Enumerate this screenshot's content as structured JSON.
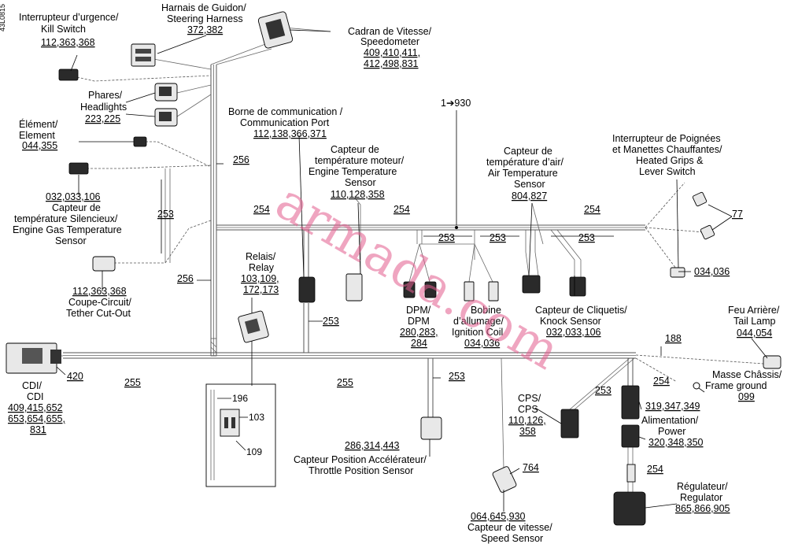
{
  "doc_id": "43L0815",
  "watermark": "armada.com",
  "top_ref": "1➔930",
  "parts": {
    "kill_switch": {
      "label1": "Interrupteur d’urgence/",
      "label2": "Kill Switch",
      "num": "112,363,368"
    },
    "steering_harness": {
      "label1": "Harnais de Guidon/",
      "label2": "Steering Harness",
      "num": "372,382"
    },
    "speedometer": {
      "label1": "Cadran de Vitesse/",
      "label2": "Speedometer",
      "num1": "409,410,411,",
      "num2": "412,498,831"
    },
    "headlights": {
      "label1": "Phares/",
      "label2": "Headlights",
      "num": "223,225"
    },
    "comm_port": {
      "label1": "Borne de communication /",
      "label2": "Communication Port",
      "num": "112,138,366,371"
    },
    "element": {
      "label1": "Élément/",
      "label2": "Element",
      "num": "044,355"
    },
    "engine_temp": {
      "label1": "Capteur de",
      "label2": "température moteur/",
      "label3": "Engine Temperature",
      "label4": "Sensor",
      "num": "110,128,358"
    },
    "air_temp": {
      "label1": "Capteur de",
      "label2": "température d’air/",
      "label3": "Air Temperature",
      "label4": "Sensor",
      "num": "804,827"
    },
    "heated_grips": {
      "label1": "Interrupteur de Poignées",
      "label2": "et Manettes Chauffantes/",
      "label3": "Heated Grips &",
      "label4": "Lever Switch",
      "num": "77"
    },
    "egts": {
      "num": "032,033,106",
      "label1": "Capteur de",
      "label2": "température Silencieux/",
      "label3": "Engine Gas Temperature",
      "label4": "Sensor"
    },
    "tether": {
      "num": "112,363,368",
      "label1": "Coupe-Circuit/",
      "label2": "Tether Cut-Out"
    },
    "relay": {
      "label1": "Relais/",
      "label2": "Relay",
      "num1": "103,109,",
      "num2": "172,173"
    },
    "dpm": {
      "label1": "DPM/",
      "label2": "DPM",
      "num1": "280,283,",
      "num2": "284"
    },
    "ignition_coil": {
      "label1": "Bobine",
      "label2": "d’allumage/",
      "label3": "Ignition Coil",
      "num": "034,036"
    },
    "knock_sensor": {
      "label1": "Capteur de Cliquetis/",
      "label2": "Knock Sensor",
      "num": "032,033,106"
    },
    "grip_conn": {
      "num": "034,036"
    },
    "tail_lamp": {
      "label1": "Feu Arrière/",
      "label2": "Tail Lamp",
      "num": "044,054"
    },
    "frame_ground": {
      "label1": "Masse Châssis/",
      "label2": "Frame ground",
      "num": "099"
    },
    "cdi": {
      "label1": "CDI/",
      "label2": "CDI",
      "num1": "409,415,652",
      "num2": "653,654,655,",
      "num3": "831",
      "side": "420"
    },
    "cps": {
      "label1": "CPS/",
      "label2": "CPS",
      "num1": "110,126,",
      "num2": "358"
    },
    "tps": {
      "num": "286,314,443",
      "label1": "Capteur Position Accélérateur/",
      "label2": "Throttle Position Sensor"
    },
    "speed_sensor": {
      "num_side": "764",
      "num": "064,645,930",
      "label1": "Capteur de vitesse/",
      "label2": "Speed Sensor"
    },
    "power": {
      "label1": "Alimentation/",
      "label2": "Power",
      "num": "320,348,350",
      "num_top": "319,347,349"
    },
    "regulator": {
      "label1": "Régulateur/",
      "label2": "Regulator",
      "num": "865,866,905"
    },
    "relay_detail": {
      "a": "196",
      "b": "103",
      "c": "109"
    }
  },
  "harness_refs": {
    "r256a": "256",
    "r253a": "253",
    "r256b": "256",
    "r254a": "254",
    "r254b": "254",
    "r254c": "254",
    "r253b": "253",
    "r253c": "253",
    "r253d": "253",
    "r253e": "253",
    "r253f": "253",
    "r255a": "255",
    "r255b": "255",
    "r188": "188",
    "r254d": "254",
    "r253g": "253",
    "r254e": "254"
  }
}
